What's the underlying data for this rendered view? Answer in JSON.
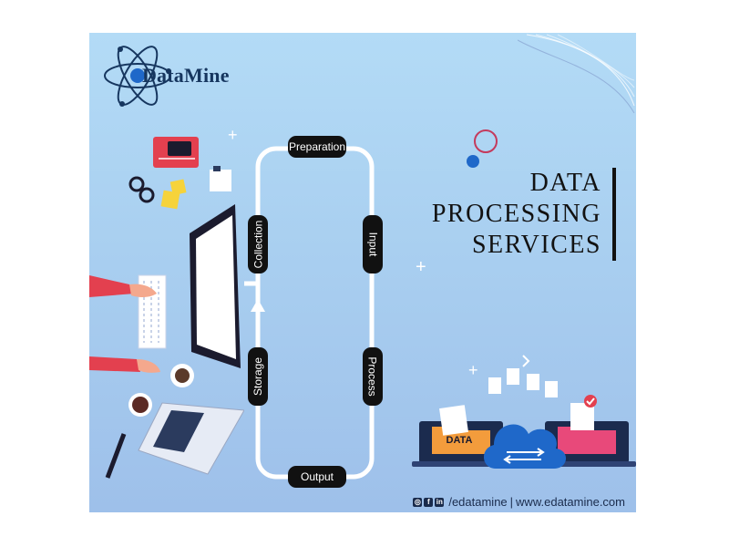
{
  "logo": {
    "prefix": "e",
    "name": "DataMine"
  },
  "title": {
    "line1": "DATA",
    "line2": "PROCESSING",
    "line3": "SERVICES"
  },
  "cycle": {
    "preparation": "Preparation",
    "input": "Input",
    "process": "Process",
    "output": "Output",
    "storage": "Storage",
    "collection": "Collection"
  },
  "illustration": {
    "folder_label": "DATA"
  },
  "footer": {
    "social_icons": [
      "instagram-icon",
      "facebook-icon",
      "linkedin-icon"
    ],
    "handle": "/edatamine",
    "separator": "|",
    "website": "www.edatamine.com"
  },
  "colors": {
    "background_top": "#b3dbf6",
    "background_bottom": "#9ec0ea",
    "navy": "#16365f",
    "accent_blue": "#1f68c9",
    "accent_red": "#e3404f",
    "folder_orange": "#f39c3c",
    "folder_pink": "#e8497a"
  }
}
